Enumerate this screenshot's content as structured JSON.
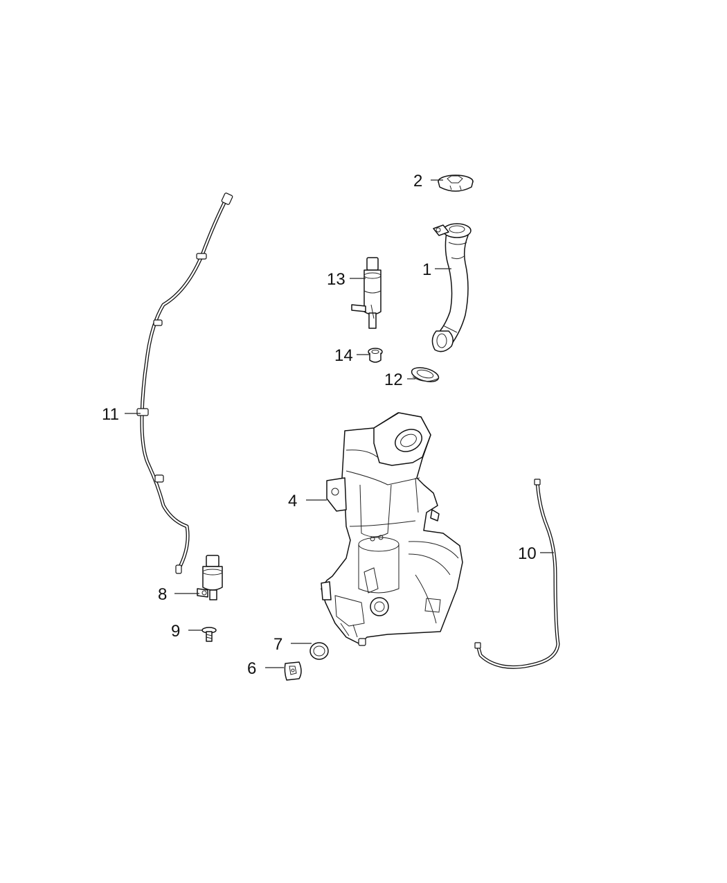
{
  "diagram": {
    "callouts": {
      "c1": "1",
      "c2": "2",
      "c4": "4",
      "c6": "6",
      "c7": "7",
      "c8": "8",
      "c9": "9",
      "c10": "10",
      "c11": "11",
      "c12": "12",
      "c13": "13",
      "c14": "14"
    }
  }
}
